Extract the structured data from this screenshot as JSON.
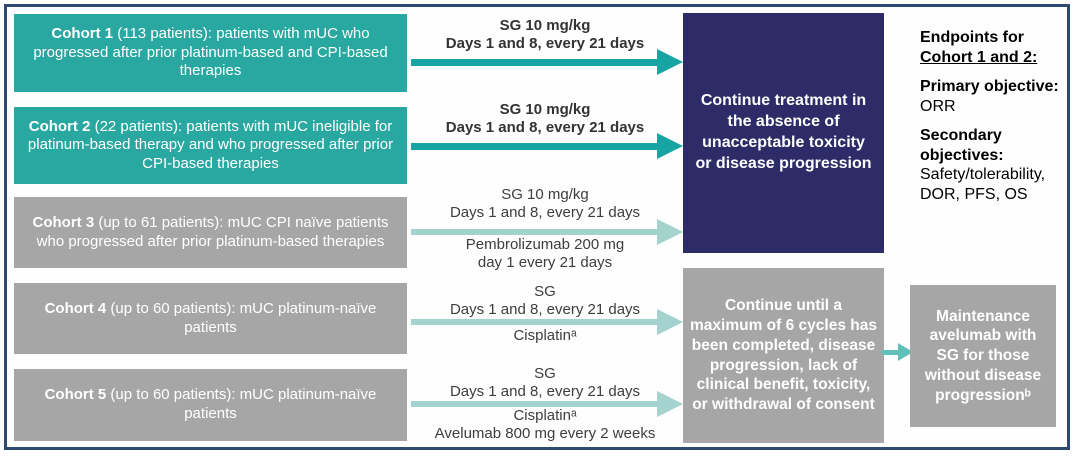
{
  "colors": {
    "teal_box": "#29a7a1",
    "gray_box": "#a6a6a6",
    "navy_box": "#2d2c68",
    "dark_arrow": "#17a5a3",
    "light_arrow": "#a3d2cf",
    "mid_arrow": "#5fc0ba",
    "frame_border": "#2e4a6e"
  },
  "cohorts": [
    {
      "name": "Cohort 1",
      "desc": " (113 patients): patients with mUC who progressed after prior platinum-based and CPI-based therapies"
    },
    {
      "name": "Cohort 2",
      "desc": " (22 patients): patients with mUC ineligible for platinum-based therapy and who progressed after prior CPI-based therapies"
    },
    {
      "name": "Cohort 3",
      "desc": " (up to 61 patients): mUC CPI naïve patients who progressed after prior platinum-based therapies"
    },
    {
      "name": "Cohort 4",
      "desc": " (up to 60 patients): mUC platinum-naïve patients"
    },
    {
      "name": "Cohort 5",
      "desc": " (up to 60 patients): mUC platinum-naïve patients"
    }
  ],
  "regimens": [
    {
      "above1": "SG 10 mg/kg",
      "above2": "Days 1 and 8, every 21 days"
    },
    {
      "above1": "SG 10 mg/kg",
      "above2": "Days 1 and 8, every 21 days"
    },
    {
      "above1": "SG 10 mg/kg",
      "above2": "Days 1 and 8, every 21 days",
      "below1": "Pembrolizumab 200 mg",
      "below2": "day 1 every 21 days"
    },
    {
      "above1": "SG",
      "above2": "Days 1 and 8, every 21 days",
      "below1": "Cisplatinᵃ"
    },
    {
      "above1": "SG",
      "above2": "Days 1 and 8, every 21 days",
      "below1": "Cisplatinᵃ",
      "below2": "Avelumab 800 mg every 2 weeks"
    }
  ],
  "outcome_boxes": {
    "continue_treatment": "Continue treatment in the absence of unacceptable toxicity or disease progression",
    "continue_cycles": "Continue until a maximum of 6 cycles has been completed, disease progression, lack of clinical benefit, toxicity, or withdrawal of consent",
    "maintenance": "Maintenance avelumab with SG for those without disease progressionᵇ"
  },
  "endpoints": {
    "heading1": "Endpoints for",
    "heading2": "Cohort 1 and 2:",
    "primary_label": "Primary objective:",
    "primary_value": "ORR",
    "secondary_label": "Secondary objectives:",
    "secondary_value": "Safety/tolerability, DOR, PFS, OS"
  }
}
